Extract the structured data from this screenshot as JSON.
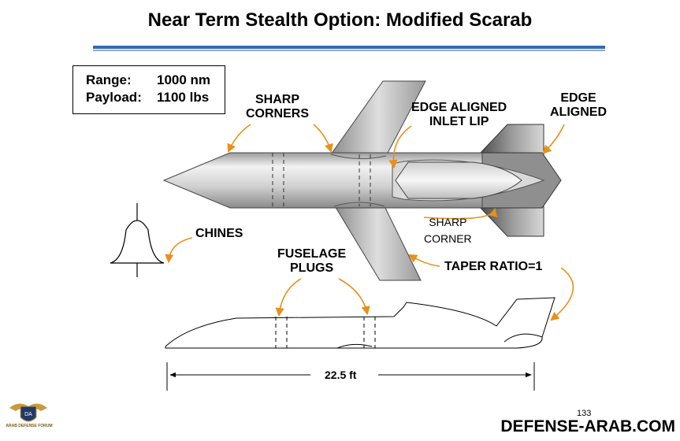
{
  "title": "Near Term Stealth Option:  Modified Scarab",
  "specs": [
    {
      "key": "Range:",
      "value": "1000 nm"
    },
    {
      "key": "Payload:",
      "value": "1100 lbs"
    }
  ],
  "labels": {
    "sharp_corners_1": "SHARP",
    "sharp_corners_2": "CORNERS",
    "edge_inlet_1": "EDGE ALIGNED",
    "edge_inlet_2": "INLET LIP",
    "edge_aligned_1": "EDGE",
    "edge_aligned_2": "ALIGNED",
    "sharp_corner_1": "SHARP",
    "sharp_corner_2": "CORNER",
    "chines": "CHINES",
    "fuselage_1": "FUSELAGE",
    "fuselage_2": "PLUGS",
    "taper": "TAPER RATIO=1",
    "length": "22.5 ft"
  },
  "page_number": "133",
  "watermark": "DEFENSE-ARAB.COM",
  "logo_text": "ARAB DEFENSE FORUM",
  "colors": {
    "accent_blue": "#2f6db8",
    "arrow_orange": "#e8901a",
    "metal_light": "#e6e6e6",
    "metal_dark": "#5a5a5a"
  }
}
